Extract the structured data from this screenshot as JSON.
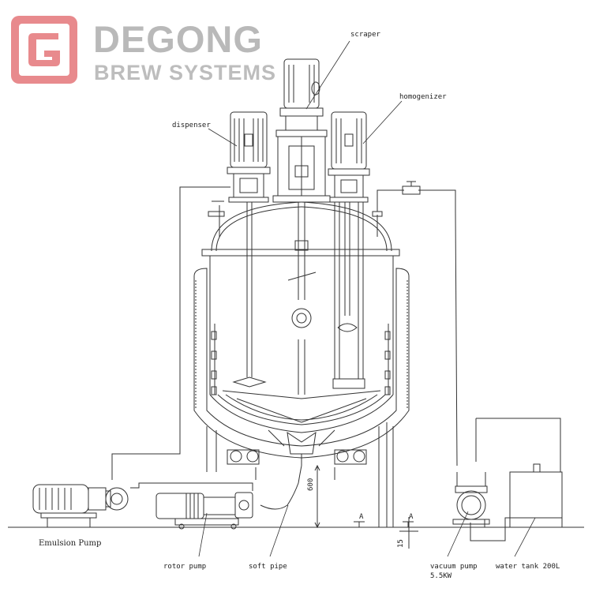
{
  "brand": {
    "name_line1": "DEGONG",
    "name_line2": "BREW SYSTEMS",
    "logo_color": "#e88a8d",
    "text_color": "#b9b9b9"
  },
  "labels": {
    "scraper": "scraper",
    "homogenizer": "homogenizer",
    "dispenser": "dispenser",
    "emulsion_pump": "Emulsion Pump",
    "rotor_pump": "rotor pump",
    "soft_pipe": "soft pipe",
    "vacuum_pump": "vacuum pump",
    "vacuum_pump_power": "5.5KW",
    "water_tank": "water tank 200L"
  },
  "dimensions": {
    "height_600": "600",
    "height_15": "15",
    "section_a_left": "A",
    "section_a_right": "A"
  }
}
